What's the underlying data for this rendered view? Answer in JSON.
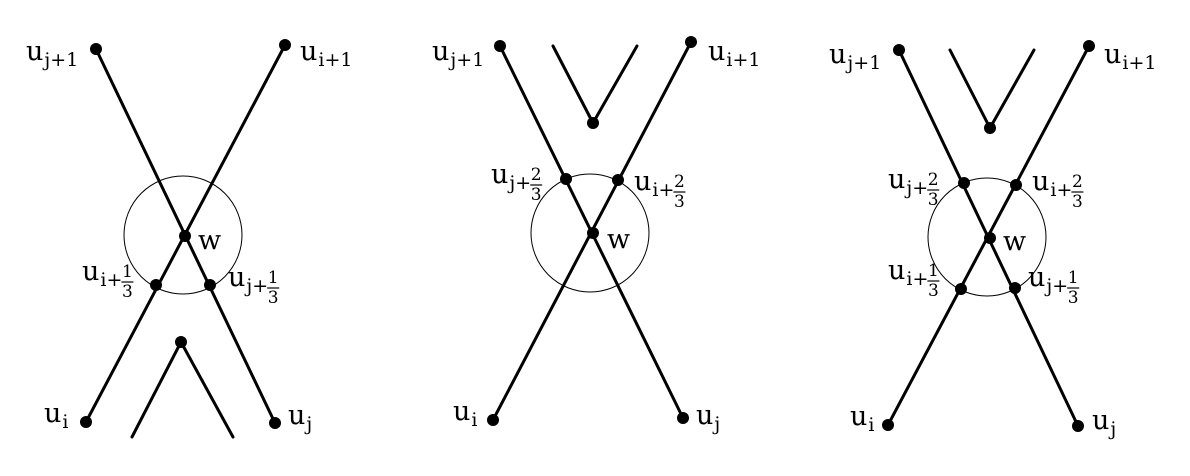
{
  "panels": [
    {
      "labels": {
        "u_j1": {
          "base": "u",
          "sub": "j+1"
        },
        "u_i1": {
          "base": "u",
          "sub": "i+1"
        },
        "w": "w",
        "u_i13": {
          "base": "u",
          "sub": "i+",
          "num": "1",
          "den": "3"
        },
        "u_j13": {
          "base": "u",
          "sub": "j+",
          "num": "1",
          "den": "3"
        },
        "u_i": {
          "base": "u",
          "sub": "i"
        },
        "u_j": {
          "base": "u",
          "sub": "j"
        }
      }
    },
    {
      "labels": {
        "u_j1": {
          "base": "u",
          "sub": "j+1"
        },
        "u_i1": {
          "base": "u",
          "sub": "i+1"
        },
        "u_j23": {
          "base": "u",
          "sub": "j+",
          "num": "2",
          "den": "3"
        },
        "u_i23": {
          "base": "u",
          "sub": "i+",
          "num": "2",
          "den": "3"
        },
        "w": "w",
        "u_i": {
          "base": "u",
          "sub": "i"
        },
        "u_j": {
          "base": "u",
          "sub": "j"
        }
      }
    },
    {
      "labels": {
        "u_j1": {
          "base": "u",
          "sub": "j+1"
        },
        "u_i1": {
          "base": "u",
          "sub": "i+1"
        },
        "u_j23": {
          "base": "u",
          "sub": "j+",
          "num": "2",
          "den": "3"
        },
        "u_i23": {
          "base": "u",
          "sub": "i+",
          "num": "2",
          "den": "3"
        },
        "w": "w",
        "u_i13": {
          "base": "u",
          "sub": "i+",
          "num": "1",
          "den": "3"
        },
        "u_j13": {
          "base": "u",
          "sub": "j+",
          "num": "1",
          "den": "3"
        },
        "u_i": {
          "base": "u",
          "sub": "i"
        },
        "u_j": {
          "base": "u",
          "sub": "j"
        }
      }
    }
  ]
}
